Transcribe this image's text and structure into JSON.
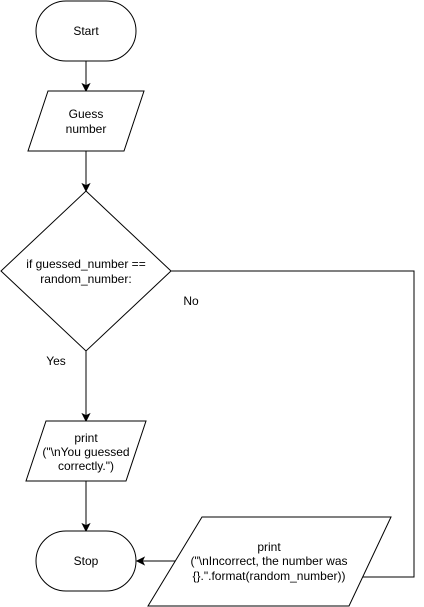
{
  "nodes": {
    "start": {
      "label": "Start"
    },
    "input": {
      "lines": [
        "Guess",
        "number"
      ]
    },
    "decision": {
      "lines": [
        "if guessed_number ==",
        "random_number:"
      ]
    },
    "print_correct": {
      "lines": [
        "print",
        "(\"\\nYou guessed",
        "correctly.\")"
      ]
    },
    "stop": {
      "label": "Stop"
    },
    "print_incorrect": {
      "lines": [
        "print",
        "(\"\\nIncorrect, the number was",
        "{}.\".format(random_number))"
      ]
    }
  },
  "edges": {
    "yes_label": "Yes",
    "no_label": "No"
  },
  "colors": {
    "stroke": "#000000",
    "fill": "#ffffff",
    "text": "#000000"
  }
}
